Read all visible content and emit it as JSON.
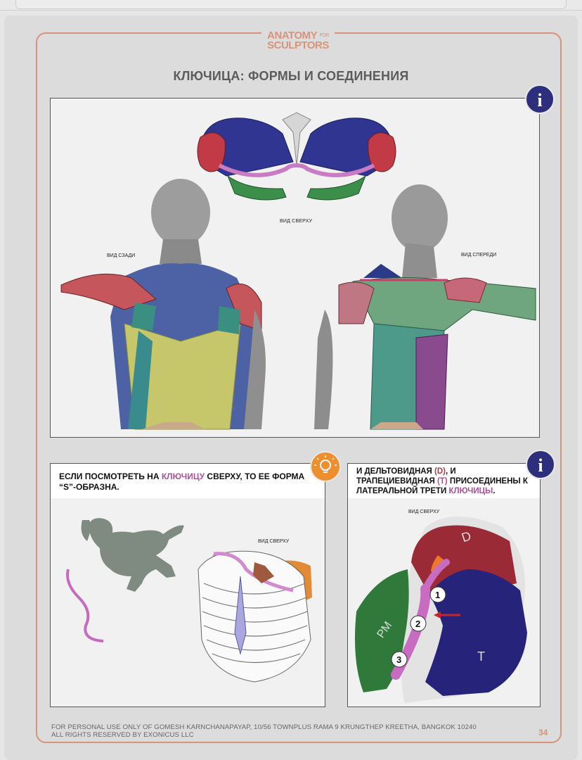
{
  "brand": {
    "line1": "ANATOMY",
    "for": "FOR",
    "line2": "SCULPTORS"
  },
  "page": {
    "title": "КЛЮЧИЦА: ФОРМЫ И СОЕДИНЕНИЯ",
    "number": "34"
  },
  "figure_main": {
    "labels": {
      "top": "ВИД СВЕРХУ",
      "back": "ВИД СЗАДИ",
      "front": "ВИД СПЕРЕДИ"
    },
    "info_icon": "i"
  },
  "tip_panel": {
    "text_before": "ЕСЛИ ПОСМОТРЕТЬ НА ",
    "highlight": "КЛЮЧИЦУ",
    "text_after": " СВЕРХУ, ТО ЕЕ ФОРМА “S”-ОБРАЗНА.",
    "label_top": "ВИД СВЕРХУ",
    "icon": "lightbulb-icon"
  },
  "info_panel": {
    "t1": "И ДЕЛЬТОВИДНАЯ ",
    "d": "(D)",
    "t2": ", И ТРАПЕЦИЕВИДНАЯ ",
    "t": "(T)",
    "t3": " ПРИСОЕДИНЕНЫ К ЛАТЕРАЛЬНОЙ ТРЕТИ ",
    "highlight": "КЛЮЧИЦЫ",
    "t4": ".",
    "label_top": "ВИД СВЕРХУ",
    "info_icon": "i",
    "shapes": {
      "d": "D",
      "pm": "PM",
      "t": "T"
    },
    "markers": [
      "1",
      "2",
      "3"
    ]
  },
  "footer": {
    "line1": "FOR PERSONAL USE ONLY OF GOMESH KARNCHANAPAYAP, 10/56 TOWNPLUS RAMA 9 KRUNGTHEP KREETHA, BANGKOK 10240",
    "line2": "ALL RIGHTS RESERVED BY EXONICUS LLC"
  },
  "colors": {
    "accent": "#d9937a",
    "info_badge": "#2e2f7c",
    "tip_badge": "#ee8f2f",
    "clavicle": "#c76cc0",
    "deltoid": "#9a2a35",
    "trapezius": "#25247a",
    "pectoralis": "#2f7a3a"
  }
}
